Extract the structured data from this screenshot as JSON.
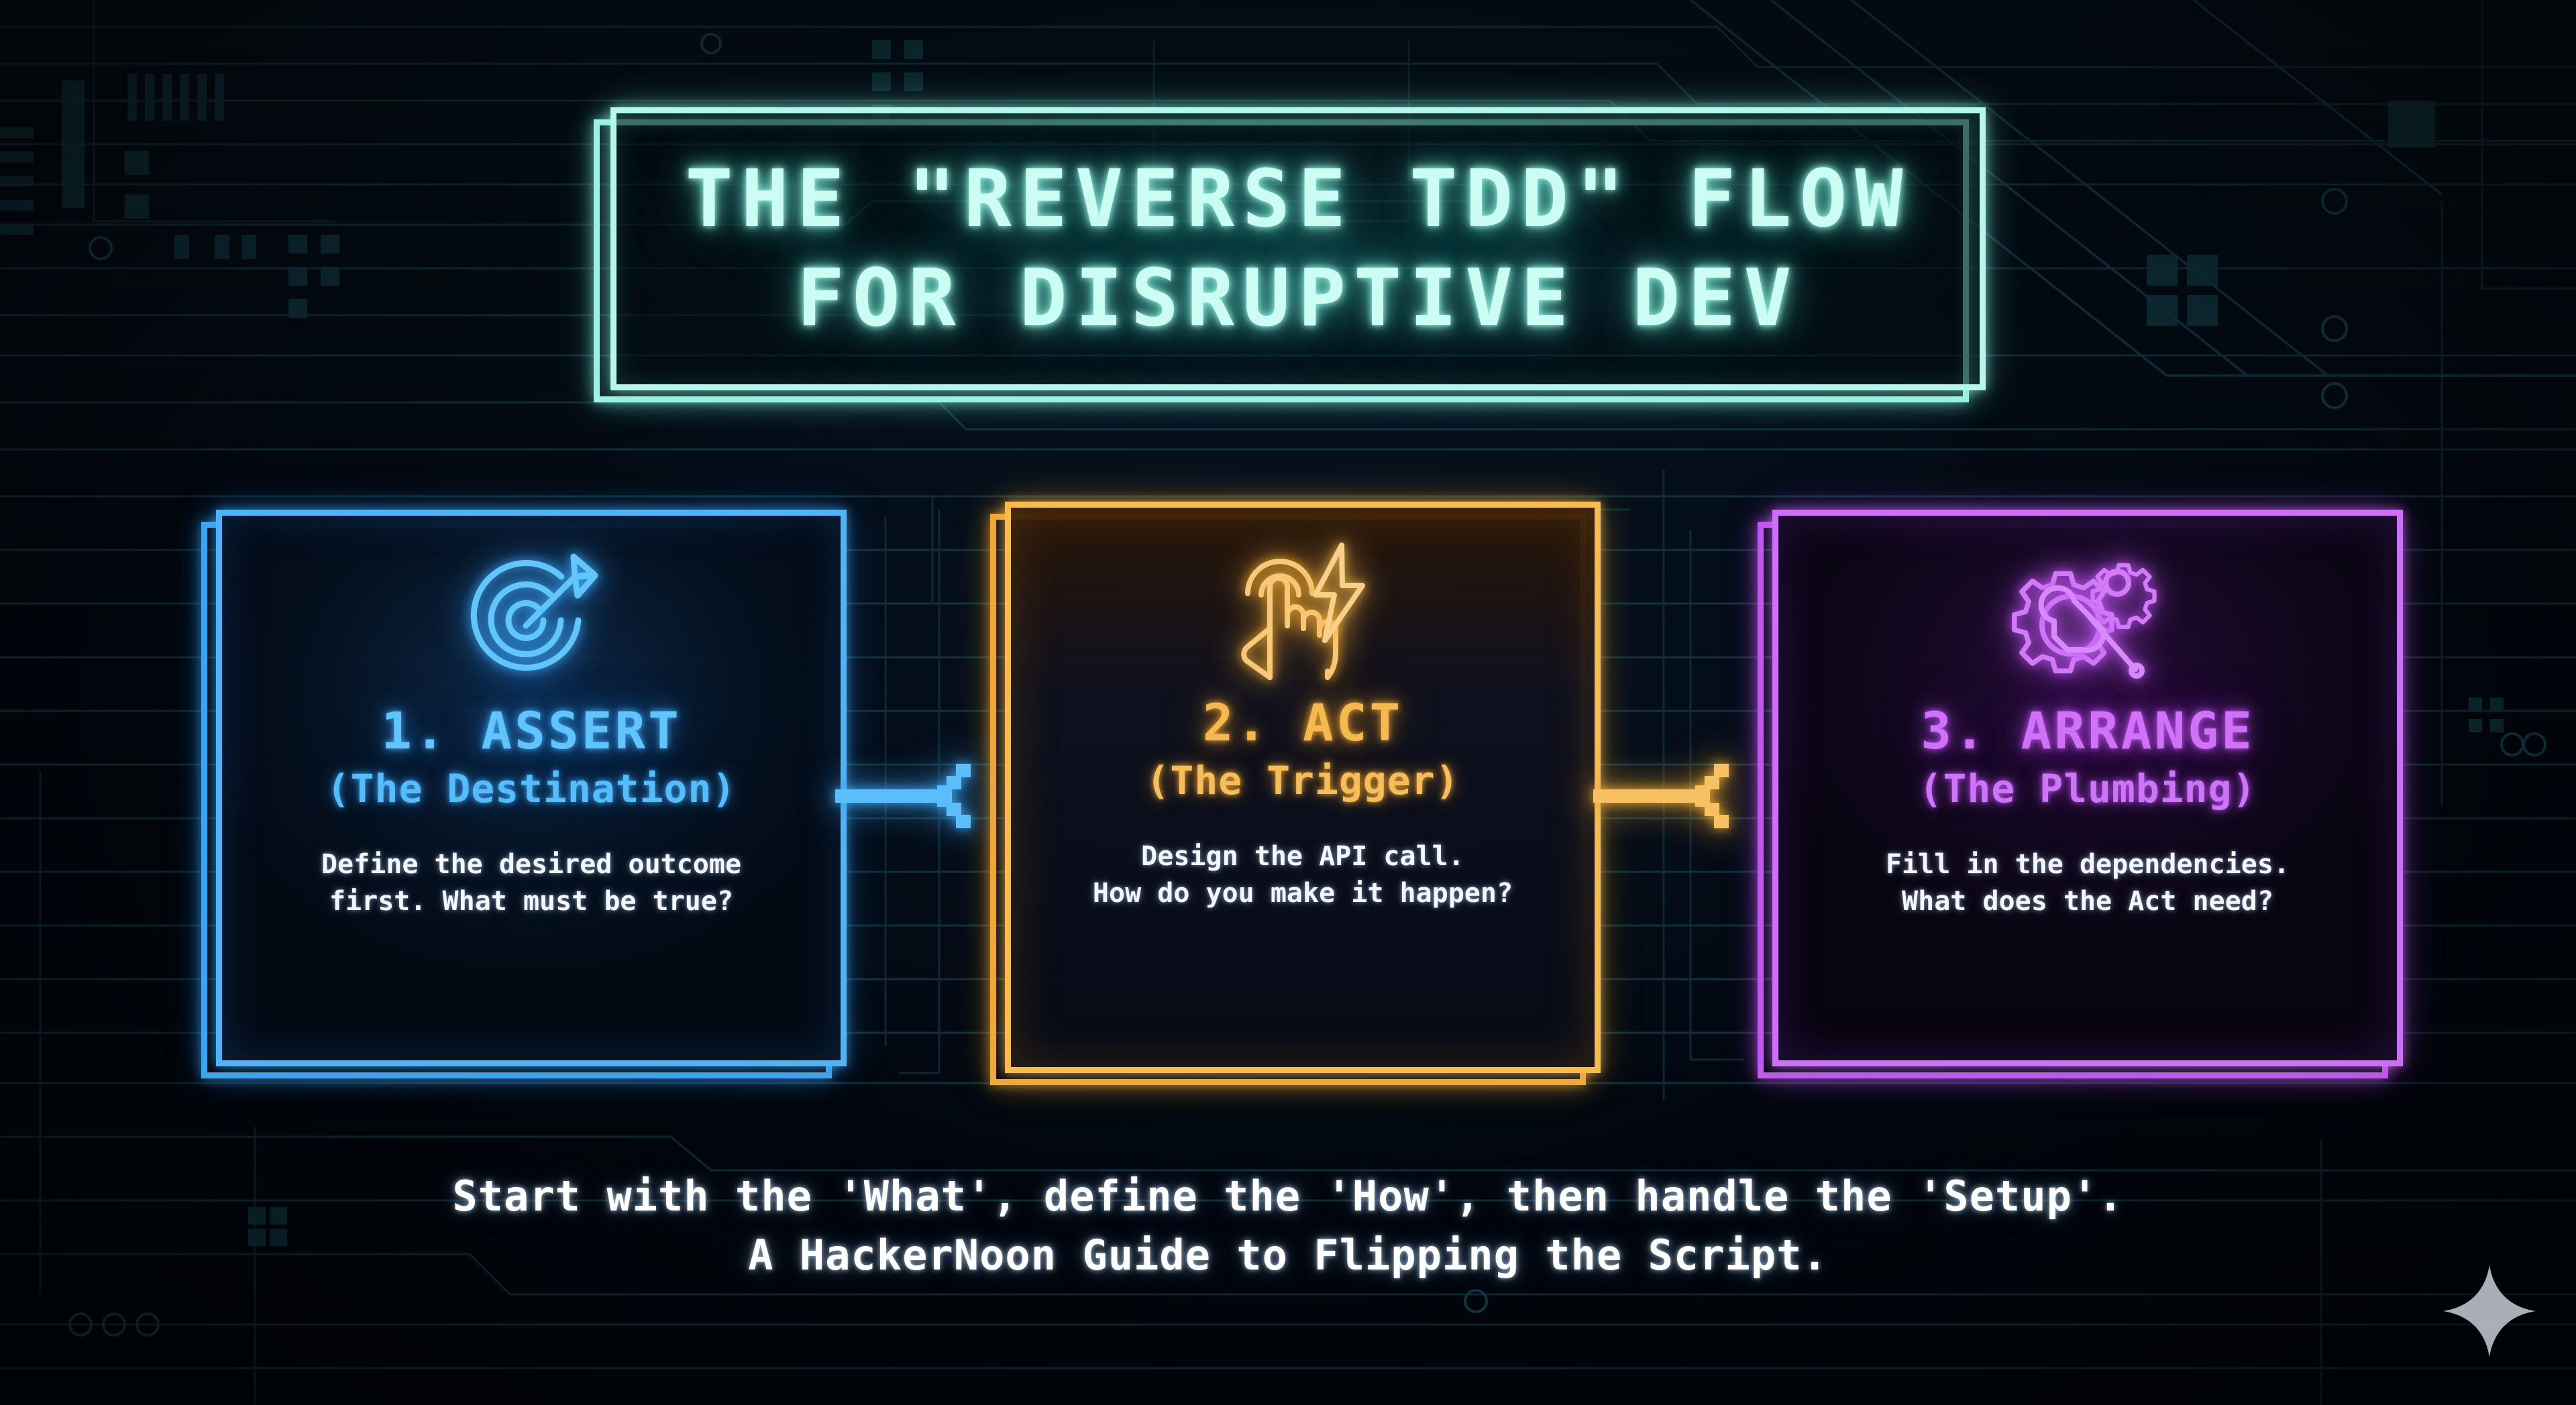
{
  "title": {
    "line1": "THE \"REVERSE TDD\" FLOW",
    "line2": "FOR DISRUPTIVE DEV"
  },
  "colors": {
    "background": "#03090f",
    "title_accent": "#b6f7ec",
    "card1_accent": "#4fb4f7",
    "card2_accent": "#f7bb54",
    "card3_accent": "#cf6ef7",
    "body_text": "#ffffff",
    "circuit_trace": "#11313c"
  },
  "cards": [
    {
      "icon_name": "target-arrow-icon",
      "title": "1. ASSERT",
      "subtitle": "(The Destination)",
      "description": "Define the desired outcome\nfirst. What must be true?",
      "accent": "#4fb4f7"
    },
    {
      "icon_name": "tap-hand-lightning-icon",
      "title": "2. ACT",
      "subtitle": "(The Trigger)",
      "description": "Design the API call.\nHow do you make it happen?",
      "accent": "#f7bb54"
    },
    {
      "icon_name": "gears-wrench-icon",
      "title": "3. ARRANGE",
      "subtitle": "(The Plumbing)",
      "description": "Fill in the dependencies.\nWhat does the Act need?",
      "accent": "#cf6ef7"
    }
  ],
  "arrows": [
    {
      "name": "arrow-assert-to-act",
      "color": "#4fb4f7"
    },
    {
      "name": "arrow-act-to-arrange",
      "color": "#f7bb54"
    }
  ],
  "footer": {
    "line1": "Start with the 'What', define the 'How', then handle the 'Setup'.",
    "line2": "A HackerNoon Guide to Flipping the Script."
  },
  "watermark": {
    "icon_name": "sparkle-icon",
    "color": "#b8bcc6"
  }
}
